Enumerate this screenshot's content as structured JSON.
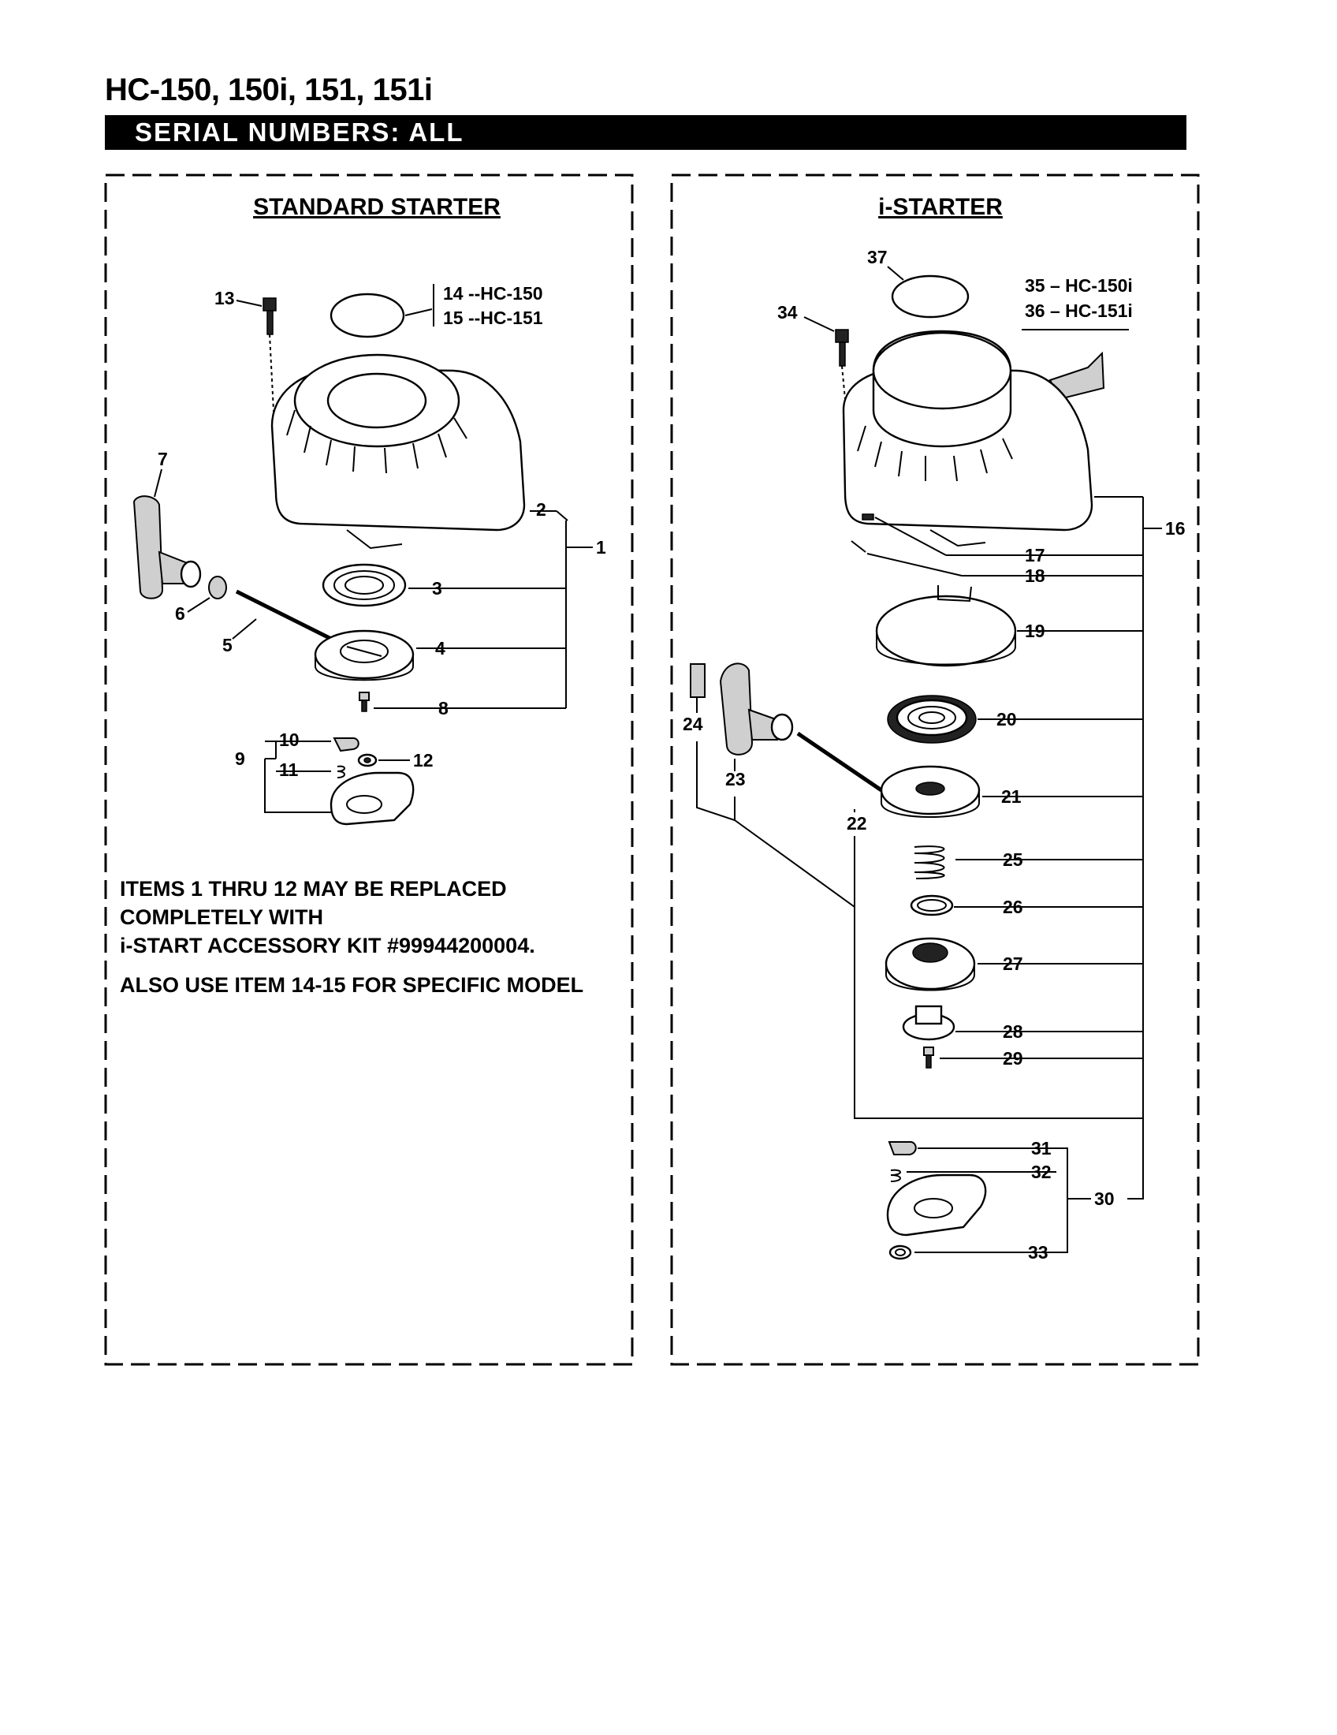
{
  "header": {
    "title": "HC-150, 150i, 151, 151i",
    "banner": "SERIAL NUMBERS: ALL"
  },
  "standard_starter": {
    "title": "STANDARD STARTER",
    "callouts": {
      "n1": "1",
      "n2": "2",
      "n3": "3",
      "n4": "4",
      "n5": "5",
      "n6": "6",
      "n7": "7",
      "n8": "8",
      "n9": "9",
      "n10": "10",
      "n11": "11",
      "n12": "12",
      "n13": "13"
    },
    "model_variants": [
      "14 --HC-150",
      "15 --HC-151"
    ],
    "notes": [
      "ITEMS 1 THRU 12 MAY BE REPLACED",
      "COMPLETELY WITH",
      "i-START ACCESSORY KIT #99944200004.",
      "ALSO USE ITEM 14-15  FOR SPECIFIC MODEL"
    ]
  },
  "i_starter": {
    "title": "i-STARTER",
    "callouts": {
      "n16": "16",
      "n17": "17",
      "n18": "18",
      "n19": "19",
      "n20": "20",
      "n21": "21",
      "n22": "22",
      "n23": "23",
      "n24": "24",
      "n25": "25",
      "n26": "26",
      "n27": "27",
      "n28": "28",
      "n29": "29",
      "n30": "30",
      "n31": "31",
      "n32": "32",
      "n33": "33",
      "n34": "34",
      "n37": "37"
    },
    "model_variants": [
      "35 – HC-150i",
      "36 – HC-151i"
    ]
  }
}
